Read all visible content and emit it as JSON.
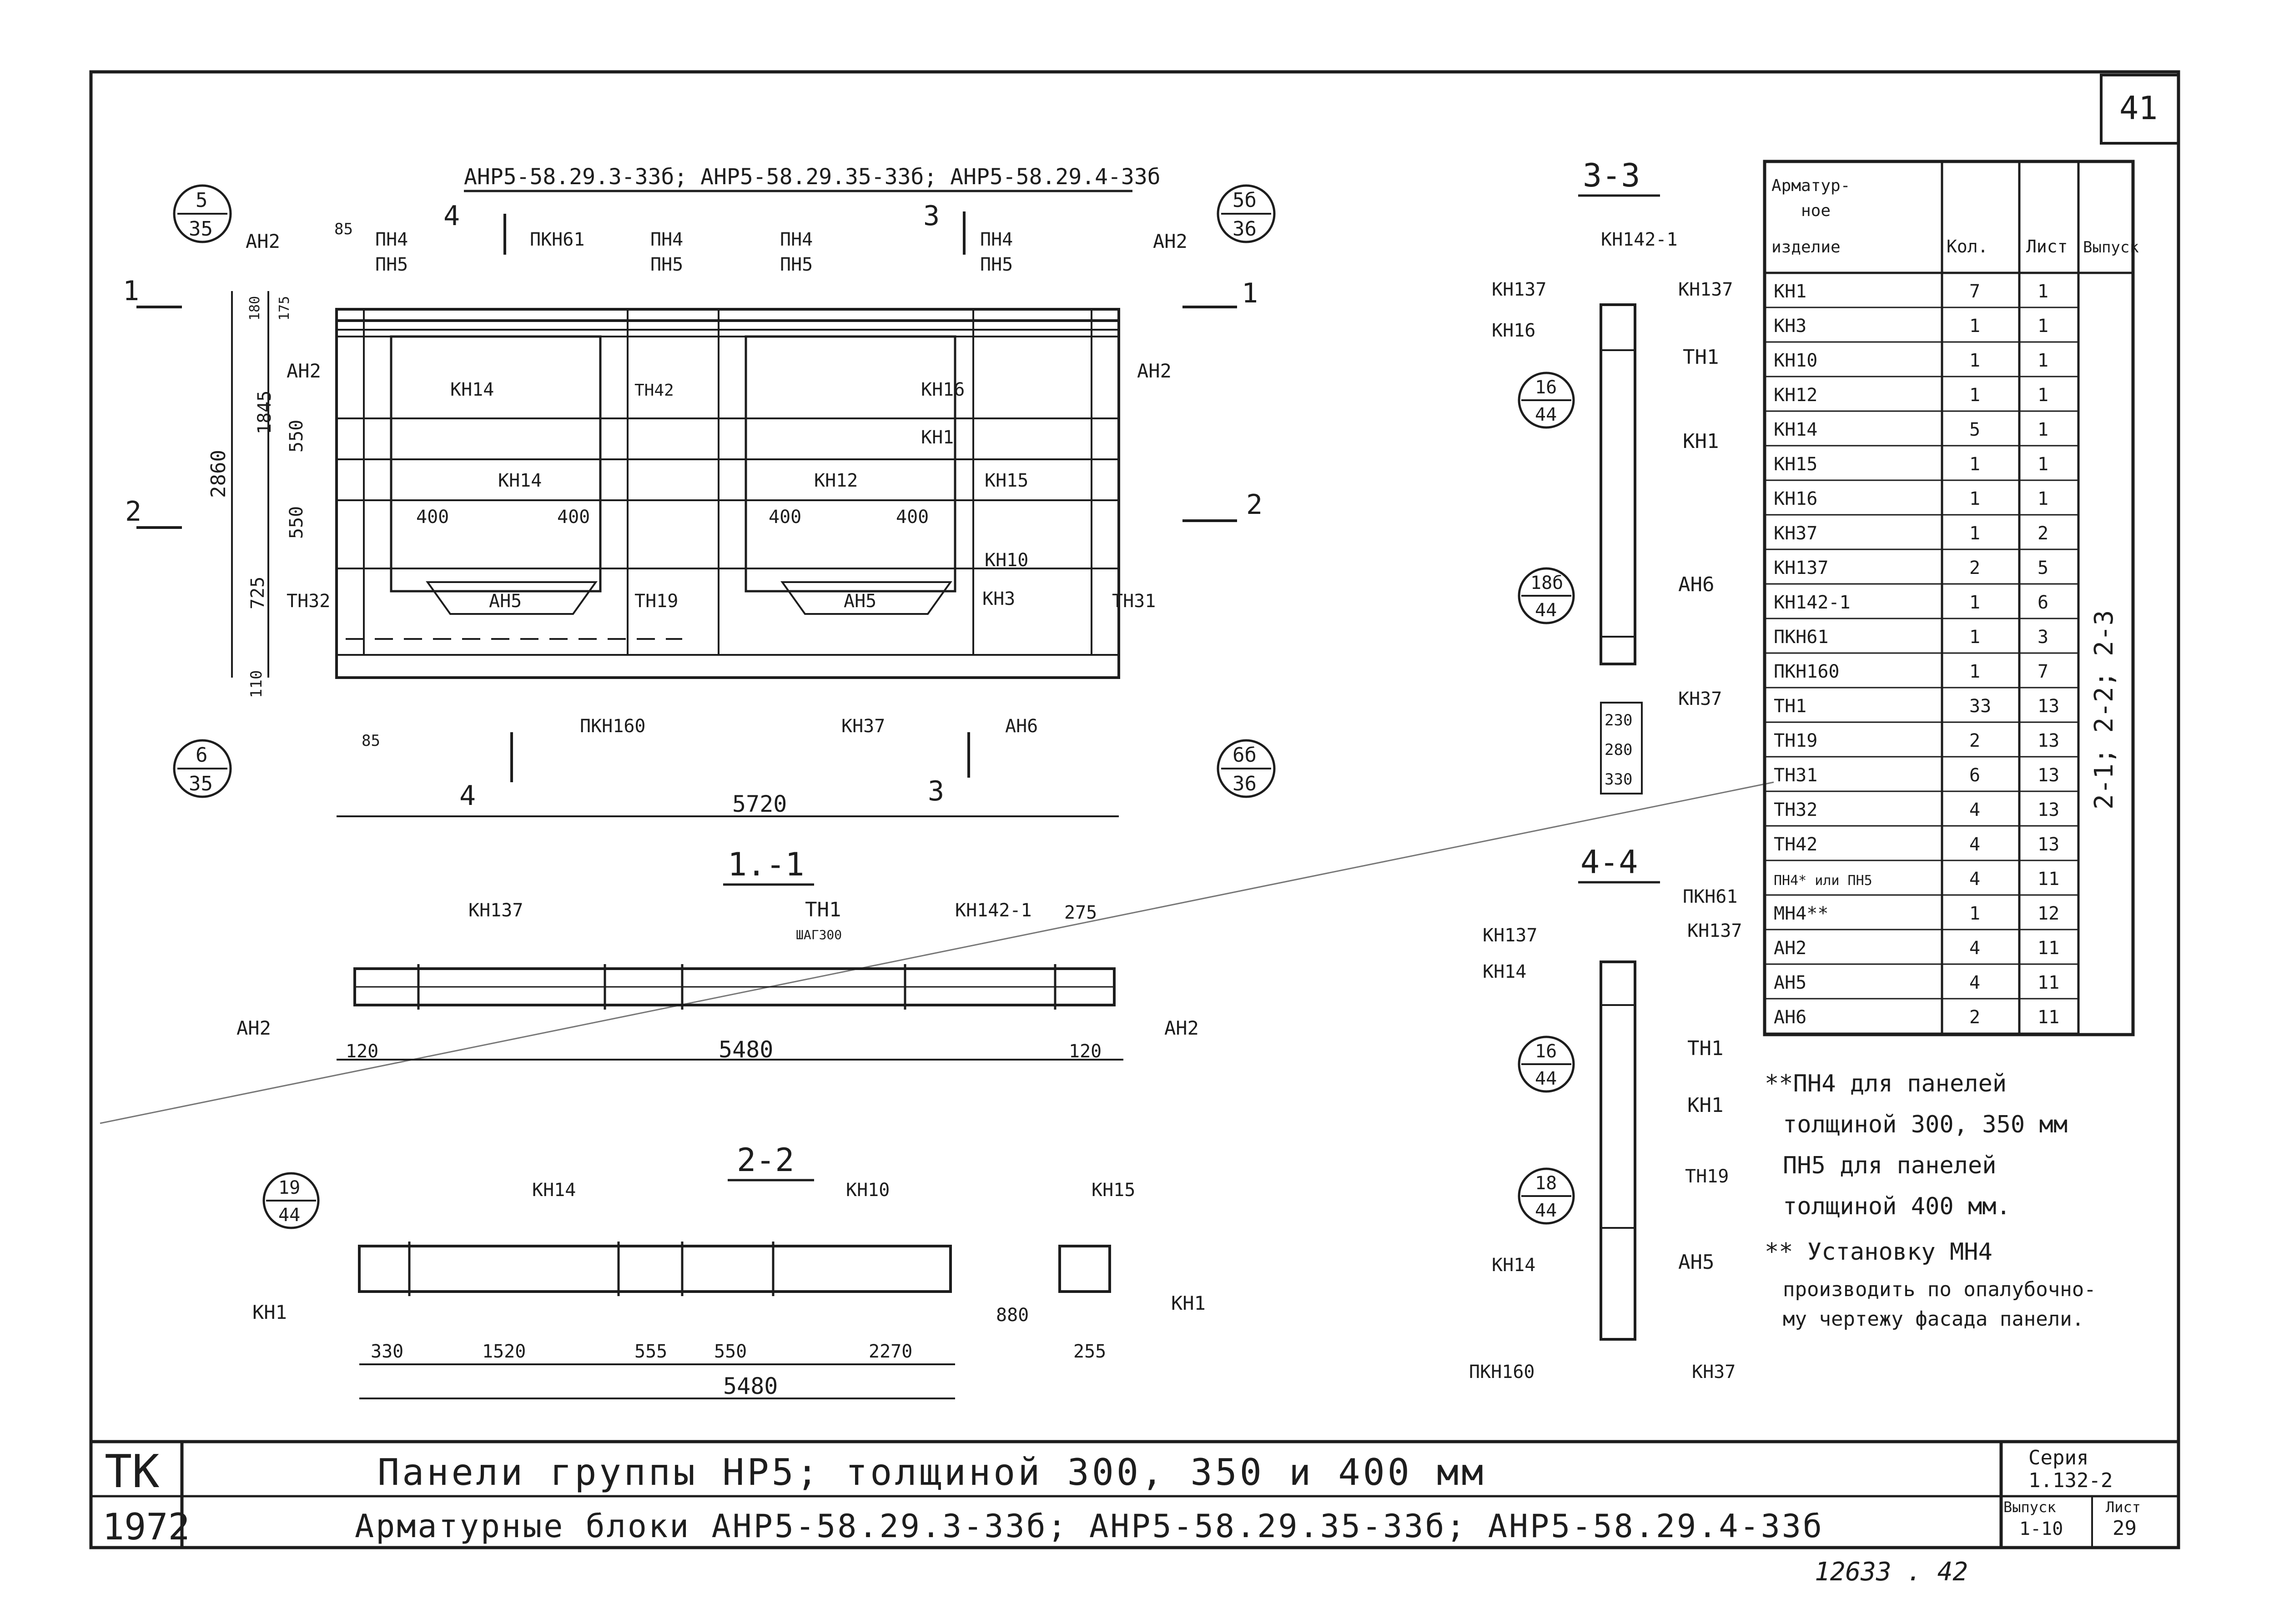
{
  "sheet_number": "41",
  "plan": {
    "title": "АНР5-58.29.3-33б; АНР5-58.29.35-33б; АНР5-58.29.4-33б",
    "callouts": {
      "tl": {
        "top": "5",
        "bottom": "35"
      },
      "tr": {
        "top": "5б",
        "bottom": "36"
      },
      "bl": {
        "top": "6",
        "bottom": "35"
      },
      "br": {
        "top": "6б",
        "bottom": "36"
      }
    },
    "sections": {
      "s1": "1",
      "s2": "2",
      "s3": "3",
      "s4": "4"
    },
    "labels": {
      "ah2": "АН2",
      "pn4": "ПН4",
      "pn5": "ПН5",
      "pkn61": "ПКН61",
      "kn14": "КН14",
      "tn42": "ТН42",
      "kn16": "КН16",
      "kn1": "КН1",
      "kn12": "КН12",
      "kn15": "КН15",
      "kn10": "КН10",
      "kn3": "КН3",
      "ah5": "АН5",
      "tn32": "ТН32",
      "tn19": "ТН19",
      "tn31": "ТН31",
      "pkn160": "ПКН160",
      "kn37": "КН37",
      "ah6": "АН6"
    },
    "dims": {
      "d85": "85",
      "d180": "180",
      "d175": "175",
      "d1845": "1845",
      "d550": "550",
      "d2860": "2860",
      "d725": "725",
      "d110": "110",
      "d400": "400",
      "d5720": "5720"
    }
  },
  "section_1_1": {
    "title": "1.-1",
    "labels": {
      "kn137": "КН137",
      "tn1": "ТН1",
      "step": "ШАГ300",
      "kn142": "КН142-1",
      "ah2": "АН2"
    },
    "dims": {
      "d275": "275",
      "d120": "120",
      "d5480": "5480"
    }
  },
  "section_2_2": {
    "title": "2-2",
    "callout": {
      "top": "19",
      "bottom": "44"
    },
    "labels": {
      "kn14": "КН14",
      "kn10": "КН10",
      "kn15": "КН15",
      "kn1": "КН1"
    },
    "dims": {
      "d330": "330",
      "d1520": "1520",
      "d555": "555",
      "d550": "550",
      "d2270": "2270",
      "d880": "880",
      "d255": "255",
      "d5480": "5480"
    }
  },
  "section_3_3": {
    "title": "3-3",
    "callouts": {
      "a": {
        "top": "16",
        "bottom": "44"
      },
      "b": {
        "top": "18б",
        "bottom": "44"
      }
    },
    "labels": {
      "kn142": "КН142-1",
      "kn137": "КН137",
      "kn16": "КН16",
      "tn1": "ТН1",
      "kn1": "КН1",
      "ah6": "АН6",
      "kn37": "КН37"
    },
    "dims": {
      "d230": "230",
      "d280": "280",
      "d330": "330"
    }
  },
  "section_4_4": {
    "title": "4-4",
    "callouts": {
      "a": {
        "top": "16",
        "bottom": "44"
      },
      "b": {
        "top": "18",
        "bottom": "44"
      }
    },
    "labels": {
      "pkn61": "ПКН61",
      "kn137": "КН137",
      "kn14": "КН14",
      "tn1": "ТН1",
      "kn1": "КН1",
      "tn19": "ТН19",
      "ah5": "АН5",
      "pkn160": "ПКН160",
      "kn37": "КН37"
    }
  },
  "spec_table": {
    "headers": [
      "Арматур-ное изделие",
      "Кол.",
      "Лист",
      "Выпуск"
    ],
    "rows": [
      [
        "КН1",
        "7",
        "1"
      ],
      [
        "КН3",
        "1",
        "1"
      ],
      [
        "КН10",
        "1",
        "1"
      ],
      [
        "КН12",
        "1",
        "1"
      ],
      [
        "КН14",
        "5",
        "1"
      ],
      [
        "КН15",
        "1",
        "1"
      ],
      [
        "КН16",
        "1",
        "1"
      ],
      [
        "КН37",
        "1",
        "2"
      ],
      [
        "КН137",
        "2",
        "5"
      ],
      [
        "КН142-1",
        "1",
        "6"
      ],
      [
        "ПКН61",
        "1",
        "3"
      ],
      [
        "ПКН160",
        "1",
        "7"
      ],
      [
        "ТН1",
        "33",
        "13"
      ],
      [
        "ТН19",
        "2",
        "13"
      ],
      [
        "ТН31",
        "6",
        "13"
      ],
      [
        "ТН32",
        "4",
        "13"
      ],
      [
        "ТН42",
        "4",
        "13"
      ],
      [
        "ПН4* или ПН5",
        "4",
        "11"
      ],
      [
        "МН4**",
        "1",
        "12"
      ],
      [
        "АН2",
        "4",
        "11"
      ],
      [
        "АН5",
        "4",
        "11"
      ],
      [
        "АН6",
        "2",
        "11"
      ]
    ],
    "release": "2-1; 2-2; 2-3"
  },
  "notes": [
    "**ПН4 для панелей",
    "толщиной 300, 350 мм",
    "ПН5 для панелей",
    "толщиной 400 мм.",
    "** Установку МН4",
    "производить по опалубочно-",
    "му чертежу фасада панели."
  ],
  "title_block": {
    "org": "ТК",
    "year": "1972",
    "title1": "Панели группы НР5; толщиной 300, 350 и 400 мм",
    "title2": "Арматурные блоки АНР5-58.29.3-33б; АНР5-58.29.35-33б; АНР5-58.29.4-33б",
    "series_label": "Серия",
    "series": "1.132-2",
    "issue_label": "Выпуск",
    "issue": "1-10",
    "sheet_label": "Лист",
    "sheet": "29"
  },
  "footer_number": "12633 . 42"
}
